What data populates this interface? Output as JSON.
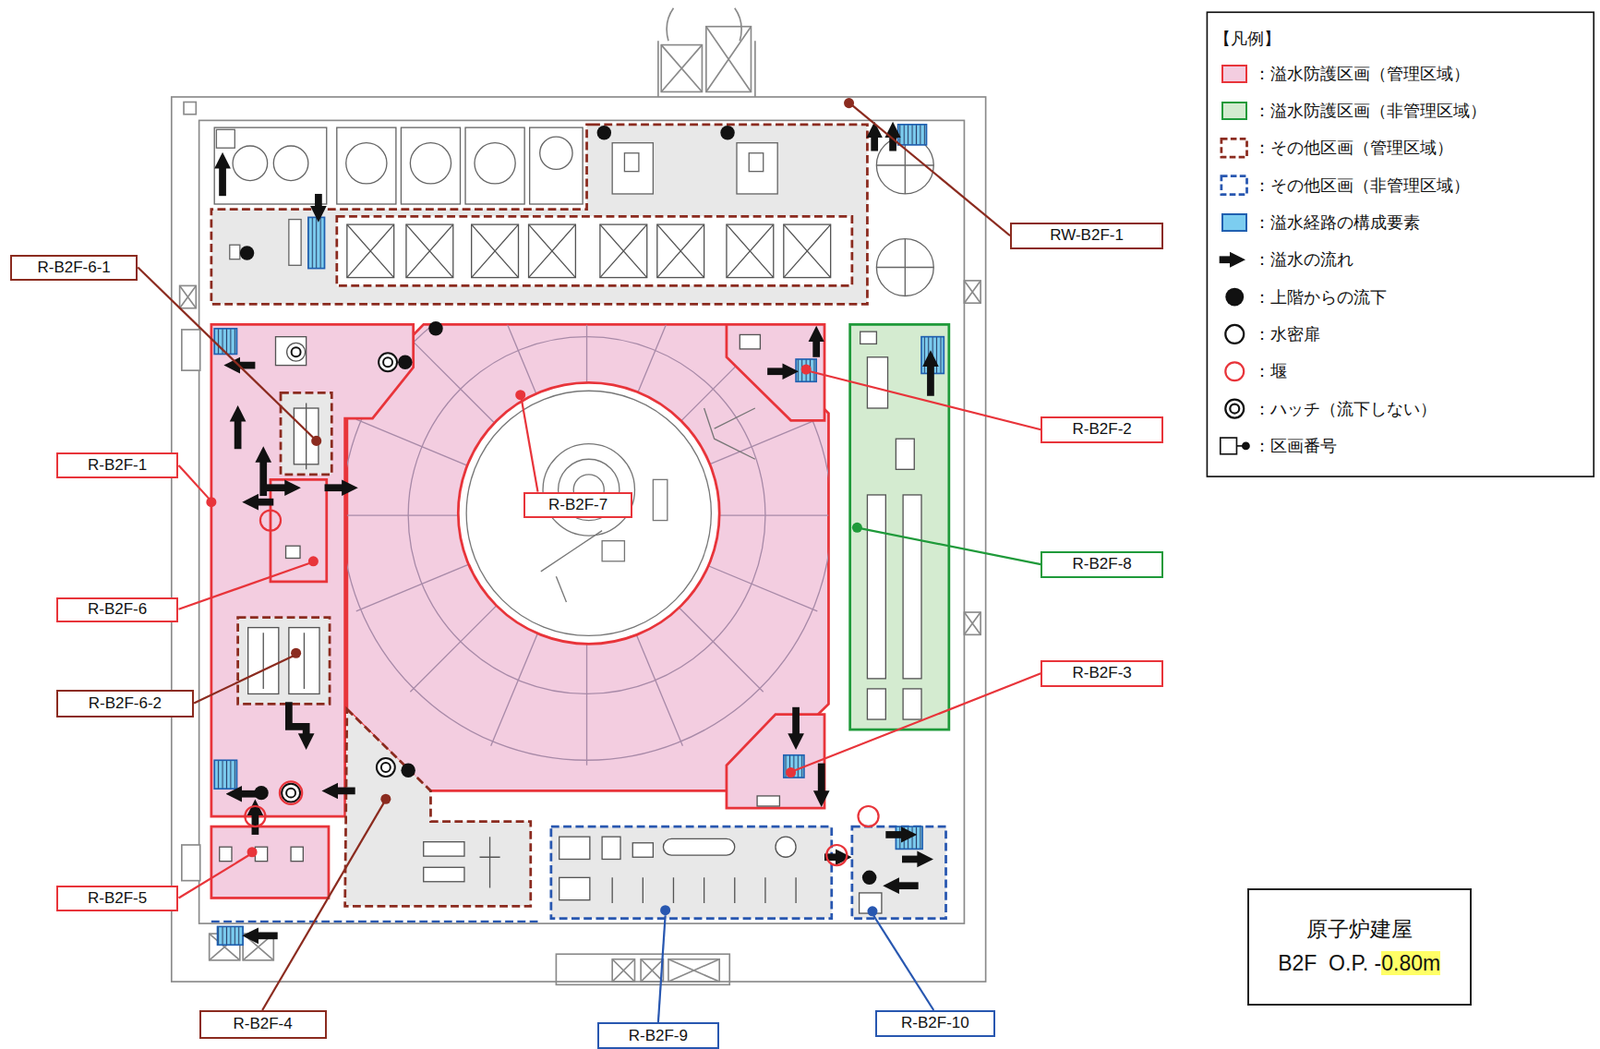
{
  "diagram": {
    "nodes": [
      {
        "text": [
          "RW-B2F-1"
        ]
      },
      {
        "text": [
          "R-B2F-6-1"
        ]
      },
      {
        "text": [
          "R-B2F-2"
        ]
      },
      {
        "text": [
          "R-B2F-1"
        ]
      },
      {
        "text": [
          "R-B2F-7"
        ]
      },
      {
        "text": [
          "R-B2F-8"
        ]
      },
      {
        "text": [
          "R-B2F-6"
        ]
      },
      {
        "text": [
          "R-B2F-3"
        ]
      },
      {
        "text": [
          "R-B2F-6-2"
        ]
      },
      {
        "text": [
          "R-B2F-5"
        ]
      },
      {
        "text": [
          "原子炉建屋",
          "B2F  O.P. -",
          "0.80m"
        ]
      },
      {
        "text": [
          "R-B2F-4"
        ]
      },
      {
        "text": [
          "R-B2F-10"
        ]
      },
      {
        "text": [
          "R-B2F-9"
        ]
      }
    ],
    "labels": [
      "【凡例】"
    ],
    "legend": [
      {
        "text": "：溢水防護区画（管理区域）",
        "color": "#f3cde0"
      },
      {
        "text": "：溢水防護区画（非管理区域）",
        "color": "#d4ebd0"
      },
      {
        "text": "：その他区画（管理区域）"
      },
      {
        "text": "：その他区画（非管理区域）"
      },
      {
        "text": "：溢水経路の構成要素",
        "color": "#7ccdf0"
      },
      {
        "text": "：溢水の流れ"
      },
      {
        "text": "：上階からの流下"
      },
      {
        "text": "：水密扉"
      },
      {
        "text": "：堰"
      },
      {
        "text": "：ハッチ（流下しない）"
      },
      {
        "text": "：区画番号"
      }
    ]
  }
}
